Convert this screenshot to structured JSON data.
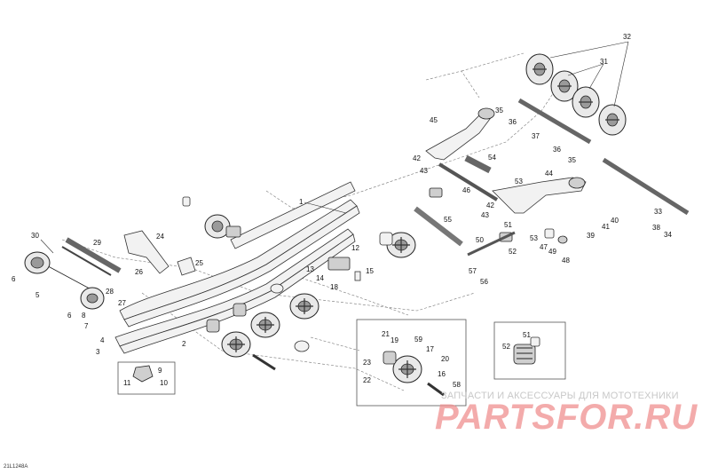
{
  "drawing_ref": "21L1248A",
  "watermark": {
    "tagline": "ЗАПЧАСТИ И АКСЕССУАРЫ ДЛЯ МОТОТЕХНИКИ",
    "logo": "PARTSFOR.RU"
  },
  "callouts": {
    "c1": "1",
    "c2": "2",
    "c3": "3",
    "c4": "4",
    "c5": "5",
    "c6a": "6",
    "c6b": "6",
    "c7": "7",
    "c8": "8",
    "c9": "9",
    "c10": "10",
    "c11": "11",
    "c12": "12",
    "c13": "13",
    "c14": "14",
    "c15": "15",
    "c16": "16",
    "c17": "17",
    "c18": "18",
    "c19": "19",
    "c20": "20",
    "c21": "21",
    "c22": "22",
    "c23": "23",
    "c24": "24",
    "c25": "25",
    "c26": "26",
    "c27": "27",
    "c28": "28",
    "c29": "29",
    "c30": "30",
    "c31": "31",
    "c32": "32",
    "c33": "33",
    "c34": "34",
    "c35a": "35",
    "c35b": "35",
    "c36a": "36",
    "c36b": "36",
    "c37": "37",
    "c38": "38",
    "c39": "39",
    "c40": "40",
    "c41": "41",
    "c42a": "42",
    "c42b": "42",
    "c43a": "43",
    "c43b": "43",
    "c44": "44",
    "c45": "45",
    "c46": "46",
    "c47": "47",
    "c48": "48",
    "c49": "49",
    "c50": "50",
    "c51a": "51",
    "c51b": "51",
    "c52a": "52",
    "c52b": "52",
    "c53a": "53",
    "c53b": "53",
    "c54": "54",
    "c55": "55",
    "c56": "56",
    "c57": "57",
    "c58": "58",
    "c59": "59"
  }
}
